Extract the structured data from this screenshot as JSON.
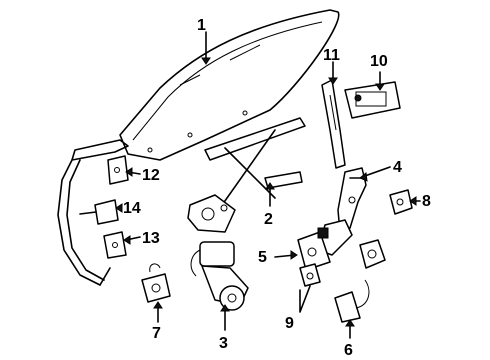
{
  "callouts": [
    "1",
    "2",
    "3",
    "4",
    "5",
    "6",
    "7",
    "8",
    "9",
    "10",
    "11",
    "12",
    "13",
    "14"
  ],
  "ink_color": "#000000",
  "background": "#ffffff"
}
